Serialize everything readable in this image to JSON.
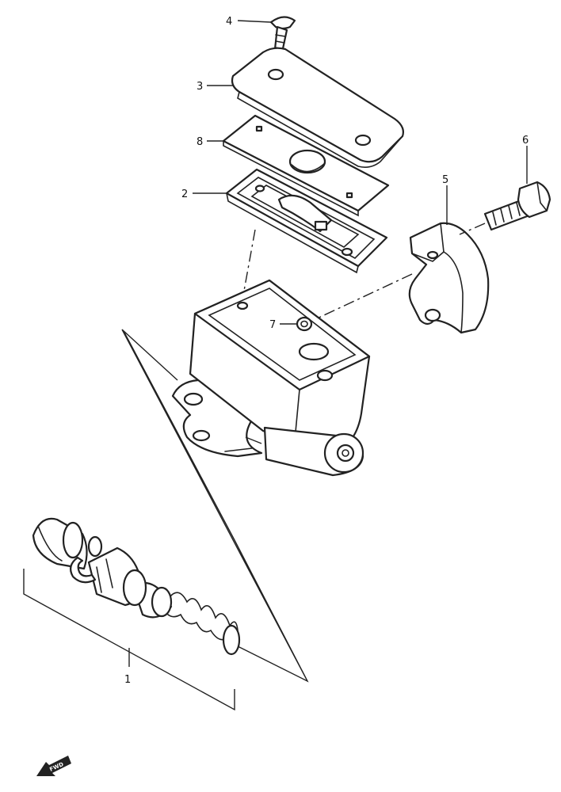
{
  "callouts": {
    "part_1": "1",
    "part_2": "2",
    "part_3": "3",
    "part_4": "4",
    "part_5": "5",
    "part_6": "6",
    "part_7": "7",
    "part_8": "8"
  },
  "direction_badge": {
    "text": "FWD",
    "icon": "arrow-left-down-icon"
  },
  "colors": {
    "line": "#222222",
    "background": "#ffffff"
  }
}
